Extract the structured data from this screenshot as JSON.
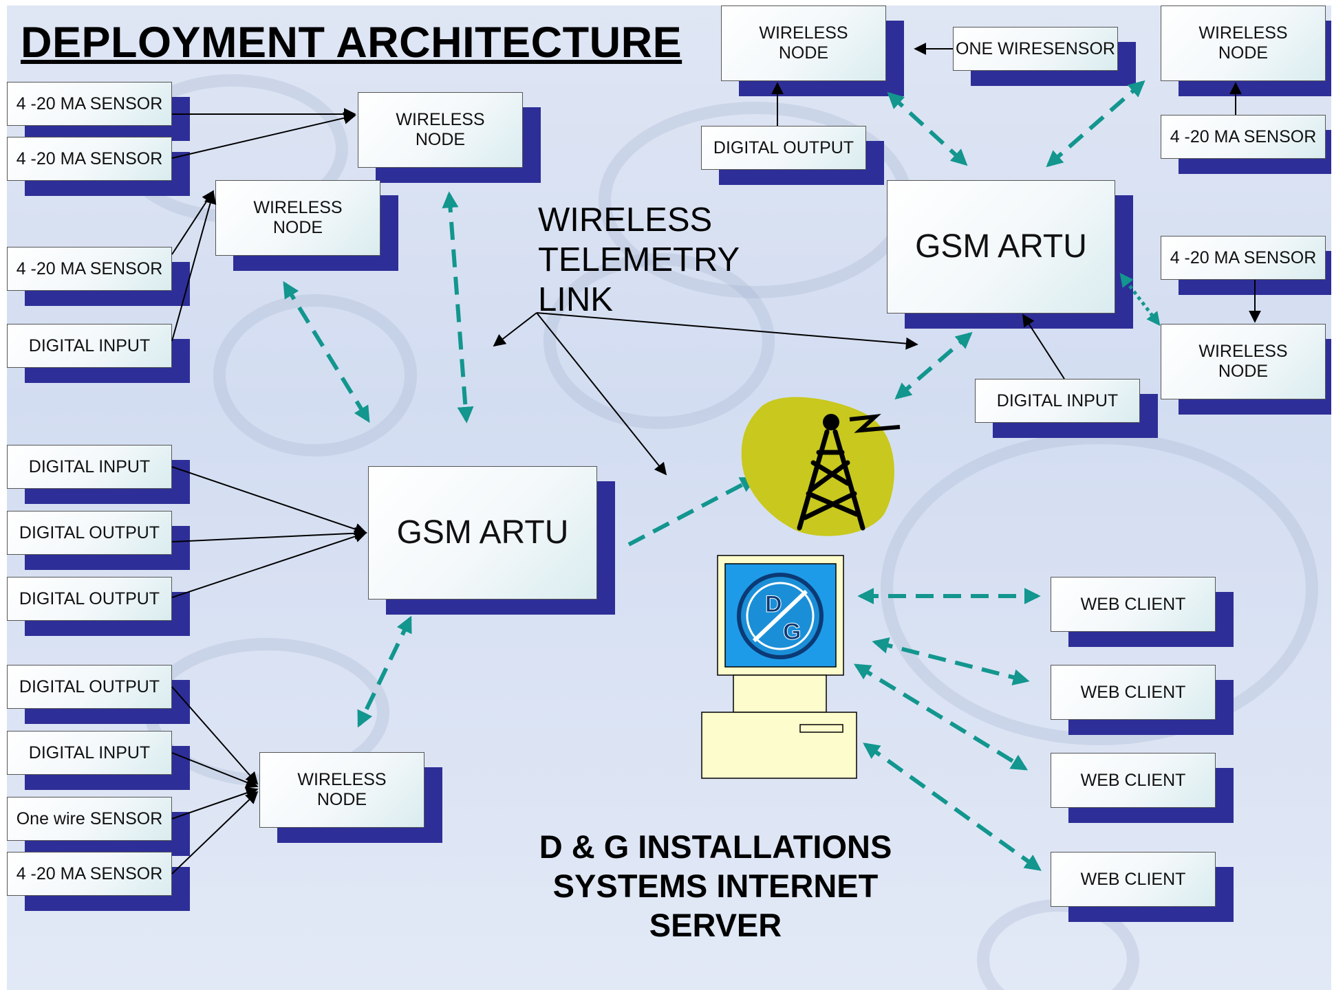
{
  "title": "DEPLOYMENT ARCHITECTURE",
  "telemetry_label": "WIRELESS\nTELEMETRY\nLINK",
  "server_label": "D & G INSTALLATIONS\nSYSTEMS INTERNET\nSERVER",
  "logo_text": [
    "D",
    "G"
  ],
  "colors": {
    "box_shadow": "#2e2e98",
    "dashed_link": "#12968e",
    "tower_blob": "#c8c81e",
    "server_screen": "#1e9be8",
    "server_body": "#fdfccc"
  },
  "icons": [
    "radio-tower-icon",
    "server-computer-icon",
    "dg-logo"
  ],
  "nodes": {
    "left_sensor_1": "4 -20 MA SENSOR",
    "left_sensor_2": "4 -20 MA SENSOR",
    "left_sensor_3": "4 -20 MA SENSOR",
    "left_digital_input_1": "DIGITAL INPUT",
    "left_digital_input_2": "DIGITAL INPUT",
    "left_digital_output_1": "DIGITAL OUTPUT",
    "left_digital_output_2": "DIGITAL OUTPUT",
    "left_digital_output_3": "DIGITAL OUTPUT",
    "left_digital_input_3": "DIGITAL INPUT",
    "left_one_wire_sensor": "One wire SENSOR",
    "left_sensor_4": "4 -20 MA SENSOR",
    "wireless_node_a": "WIRELESS\nNODE",
    "wireless_node_b": "WIRELESS\nNODE",
    "wireless_node_c": "WIRELESS\nNODE",
    "gsm_artu_left": "GSM ARTU",
    "wireless_node_top_mid": "WIRELESS\nNODE",
    "one_wiresensor": "ONE WIRESENSOR",
    "digital_output_top": "DIGITAL OUTPUT",
    "wireless_node_top_right": "WIRELESS\nNODE",
    "right_sensor_1": "4 -20 MA SENSOR",
    "gsm_artu_right": "GSM ARTU",
    "right_sensor_2": "4 -20 MA SENSOR",
    "wireless_node_right": "WIRELESS\nNODE",
    "digital_input_right": "DIGITAL INPUT",
    "web_client_1": "WEB CLIENT",
    "web_client_2": "WEB CLIENT",
    "web_client_3": "WEB CLIENT",
    "web_client_4": "WEB CLIENT"
  }
}
